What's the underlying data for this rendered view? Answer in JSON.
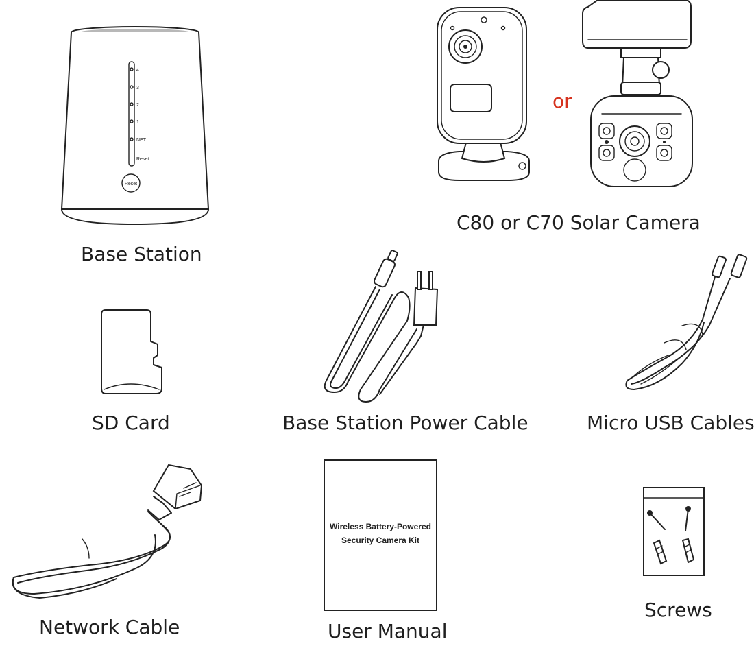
{
  "items": {
    "base_station": {
      "label": "Base Station",
      "led_labels": [
        "4",
        "3",
        "2",
        "1",
        "NET",
        "Reset"
      ],
      "button_label": "Reset"
    },
    "camera": {
      "label": "C80 or C70 Solar Camera",
      "or_text": "or"
    },
    "sd_card": {
      "label": "SD Card"
    },
    "power_cable": {
      "label": "Base Station Power Cable"
    },
    "usb_cables": {
      "label": "Micro USB Cables"
    },
    "network_cable": {
      "label": "Network Cable"
    },
    "user_manual": {
      "label": "User Manual",
      "cover_line1": "Wireless Battery-Powered",
      "cover_line2": "Security Camera Kit"
    },
    "screws": {
      "label": "Screws"
    }
  }
}
